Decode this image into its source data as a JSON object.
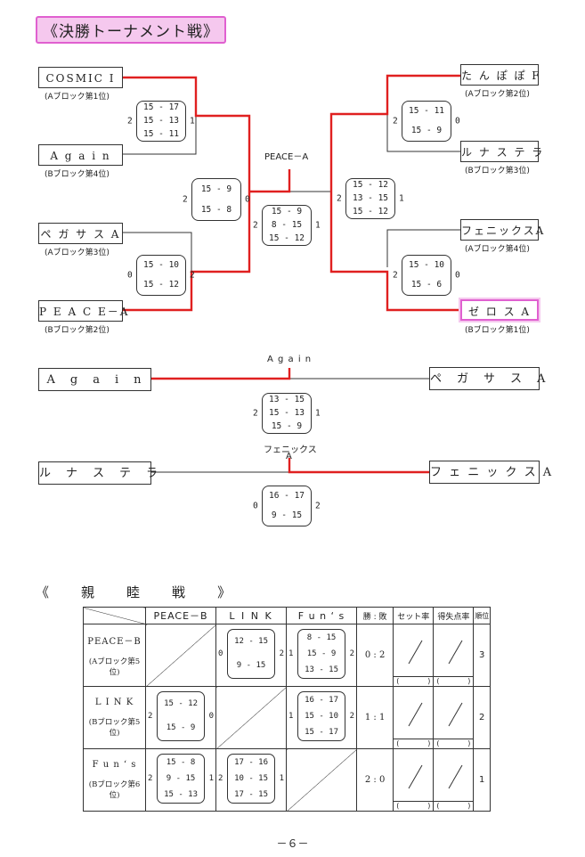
{
  "title": "《決勝トーナメント戦》",
  "bracket": {
    "teams": {
      "cosmic": {
        "name": "COSMIC Ⅰ",
        "sub": "(Aブロック第1位)"
      },
      "again": {
        "name": "A g a i n",
        "sub": "(Bブロック第4位)"
      },
      "pegasus": {
        "name": "ペ ガ サ ス A",
        "sub": "(Aブロック第3位)"
      },
      "peace": {
        "name": "P E A C E－A",
        "sub": "(Bブロック第2位)"
      },
      "tanpopo": {
        "name": "た ん ぽ ぽ F",
        "sub": "(Aブロック第2位)"
      },
      "luna": {
        "name": "ル ナ ス テ ラ",
        "sub": "(Bブロック第3位)"
      },
      "phoenix": {
        "name": "フェニックスA",
        "sub": "(Aブロック第4位)"
      },
      "zeros": {
        "name": "ゼ ロ ス A",
        "sub": "(Bブロック第1位)"
      }
    },
    "winner_label": "PEACE－A",
    "scores": {
      "m1": {
        "lw": "2",
        "rw": "1",
        "sets": [
          "15 - 17",
          "15 - 13",
          "15 - 11"
        ]
      },
      "m2": {
        "lw": "0",
        "rw": "2",
        "sets": [
          "15 - 10",
          "15 - 12"
        ]
      },
      "m3": {
        "lw": "2",
        "rw": "0",
        "sets": [
          "15 - 11",
          "15 - 9"
        ]
      },
      "m4": {
        "lw": "2",
        "rw": "0",
        "sets": [
          "15 - 10",
          "15 - 6"
        ]
      },
      "s1": {
        "lw": "2",
        "rw": "0",
        "sets": [
          "15 - 9",
          "15 - 8"
        ]
      },
      "s2": {
        "lw": "2",
        "rw": "1",
        "sets": [
          "15 - 12",
          "13 - 15",
          "15 - 12"
        ]
      },
      "f": {
        "lw": "2",
        "rw": "1",
        "sets": [
          "15 - 9",
          "8 - 15",
          "15 - 12"
        ]
      }
    },
    "third": {
      "left": "A　g　a　i　n",
      "right": "ペ　ガ　サ　ス　A",
      "winner_label": "A g a i n",
      "score": {
        "lw": "2",
        "rw": "1",
        "sets": [
          "13 - 15",
          "15 - 13",
          "15 - 9"
        ]
      }
    },
    "fifth": {
      "left": "ル　ナ　ス　テ　ラ",
      "right": "フ ェ ニ ッ ク ス A",
      "winner_label": "フェニックス",
      "winner_label2": "A",
      "score": {
        "lw": "0",
        "rw": "2",
        "sets": [
          "16 - 17",
          "9 - 15"
        ]
      }
    }
  },
  "friendly": {
    "heading": [
      "《",
      "親",
      "睦",
      "戦",
      "》"
    ],
    "headers": [
      "PEACE－B",
      "L I N K",
      "F u n ‘ s",
      "勝 : 敗",
      "セット率",
      "得失点率",
      "順位"
    ],
    "rows": [
      {
        "name": "PEACE－B",
        "sub": "(Aブロック第5位)",
        "record": "0 : 2",
        "rank": "3",
        "cells": [
          null,
          {
            "w": "0",
            "l": "2",
            "sets": [
              "12 - 15",
              "9 - 15"
            ]
          },
          {
            "w": "1",
            "l": "2",
            "sets": [
              "8 - 15",
              "15 - 9",
              "13 - 15"
            ]
          }
        ]
      },
      {
        "name": "L I N K",
        "sub": "(Bブロック第5位)",
        "record": "1 : 1",
        "rank": "2",
        "cells": [
          {
            "w": "2",
            "l": "0",
            "sets": [
              "15 - 12",
              "15 - 9"
            ]
          },
          null,
          {
            "w": "1",
            "l": "2",
            "sets": [
              "16 - 17",
              "15 - 10",
              "15 - 17"
            ]
          }
        ]
      },
      {
        "name": "F u n ‘ s",
        "sub": "(Bブロック第6位)",
        "record": "2 : 0",
        "rank": "1",
        "cells": [
          {
            "w": "2",
            "l": "1",
            "sets": [
              "15 - 8",
              "9 - 15",
              "15 - 13"
            ]
          },
          {
            "w": "2",
            "l": "1",
            "sets": [
              "17 - 16",
              "10 - 15",
              "17 - 15"
            ]
          },
          null
        ]
      }
    ],
    "paren_left": "(",
    "paren_right": ")"
  },
  "page_number": "－６－"
}
